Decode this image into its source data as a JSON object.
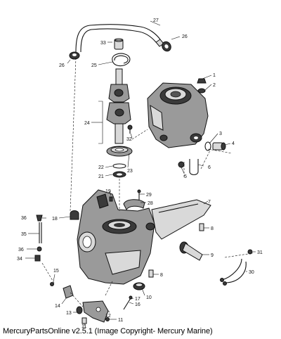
{
  "caption": "MercuryPartsOnline v2.5.1 (Image Copyright- Mercury Marine)",
  "callouts": [
    "27",
    "26",
    "33",
    "26",
    "25",
    "1",
    "2",
    "24",
    "32",
    "3",
    "4",
    "22",
    "23",
    "5",
    "6",
    "21",
    "19",
    "29",
    "28",
    "7",
    "36",
    "18",
    "8",
    "35",
    "36",
    "34",
    "9",
    "31",
    "15",
    "30",
    "8",
    "10",
    "17",
    "16",
    "14",
    "13",
    "12",
    "11",
    "11"
  ]
}
